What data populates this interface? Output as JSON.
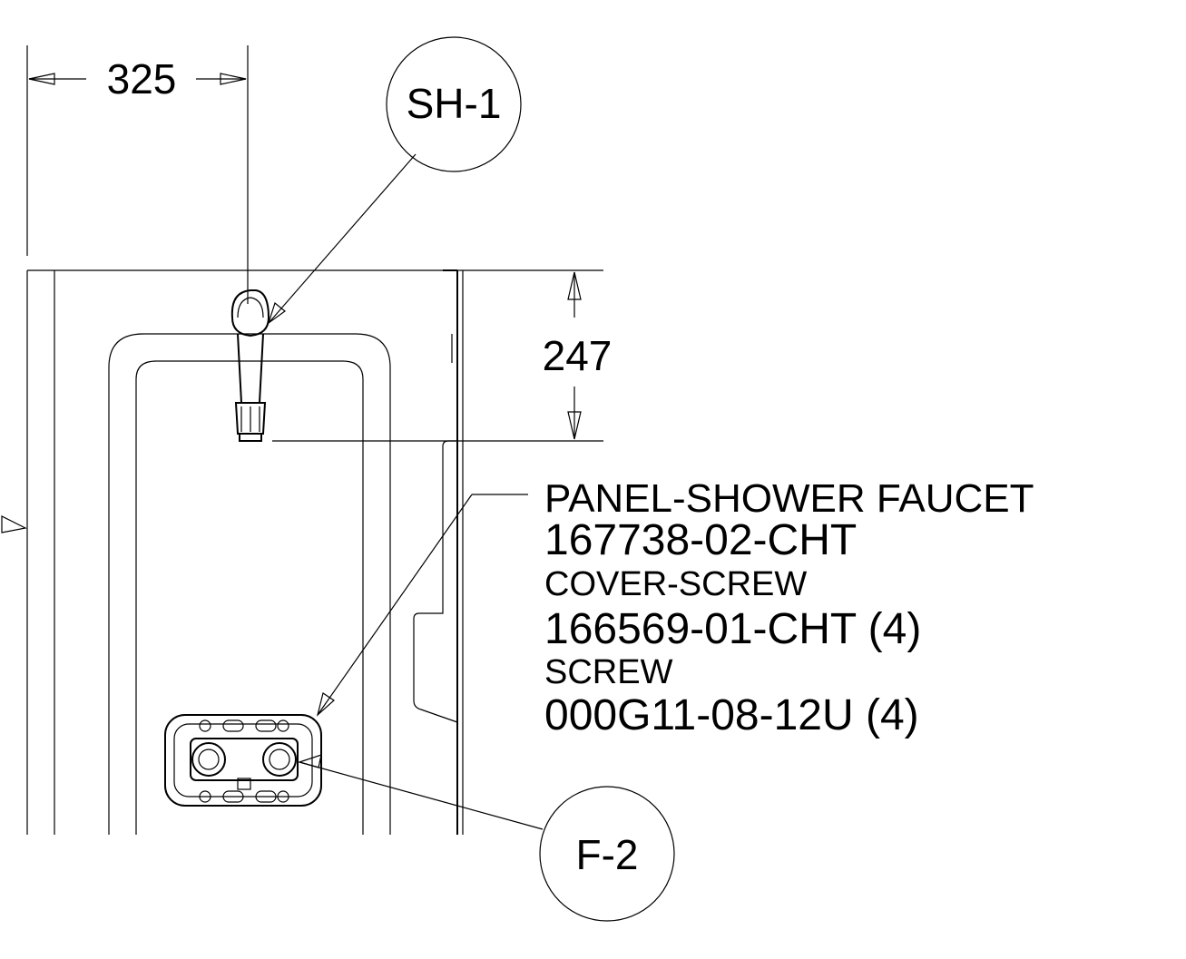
{
  "dimensions": {
    "horizontal": "325",
    "vertical": "247"
  },
  "callouts": {
    "shower_head": "SH-1",
    "faucet": "F-2"
  },
  "parts_note": {
    "line1": "PANEL-SHOWER FAUCET",
    "line2": "167738-02-CHT",
    "line3": "COVER-SCREW",
    "line4": "166569-01-CHT (4)",
    "line5": "SCREW",
    "line6": "000G11-08-12U (4)"
  }
}
